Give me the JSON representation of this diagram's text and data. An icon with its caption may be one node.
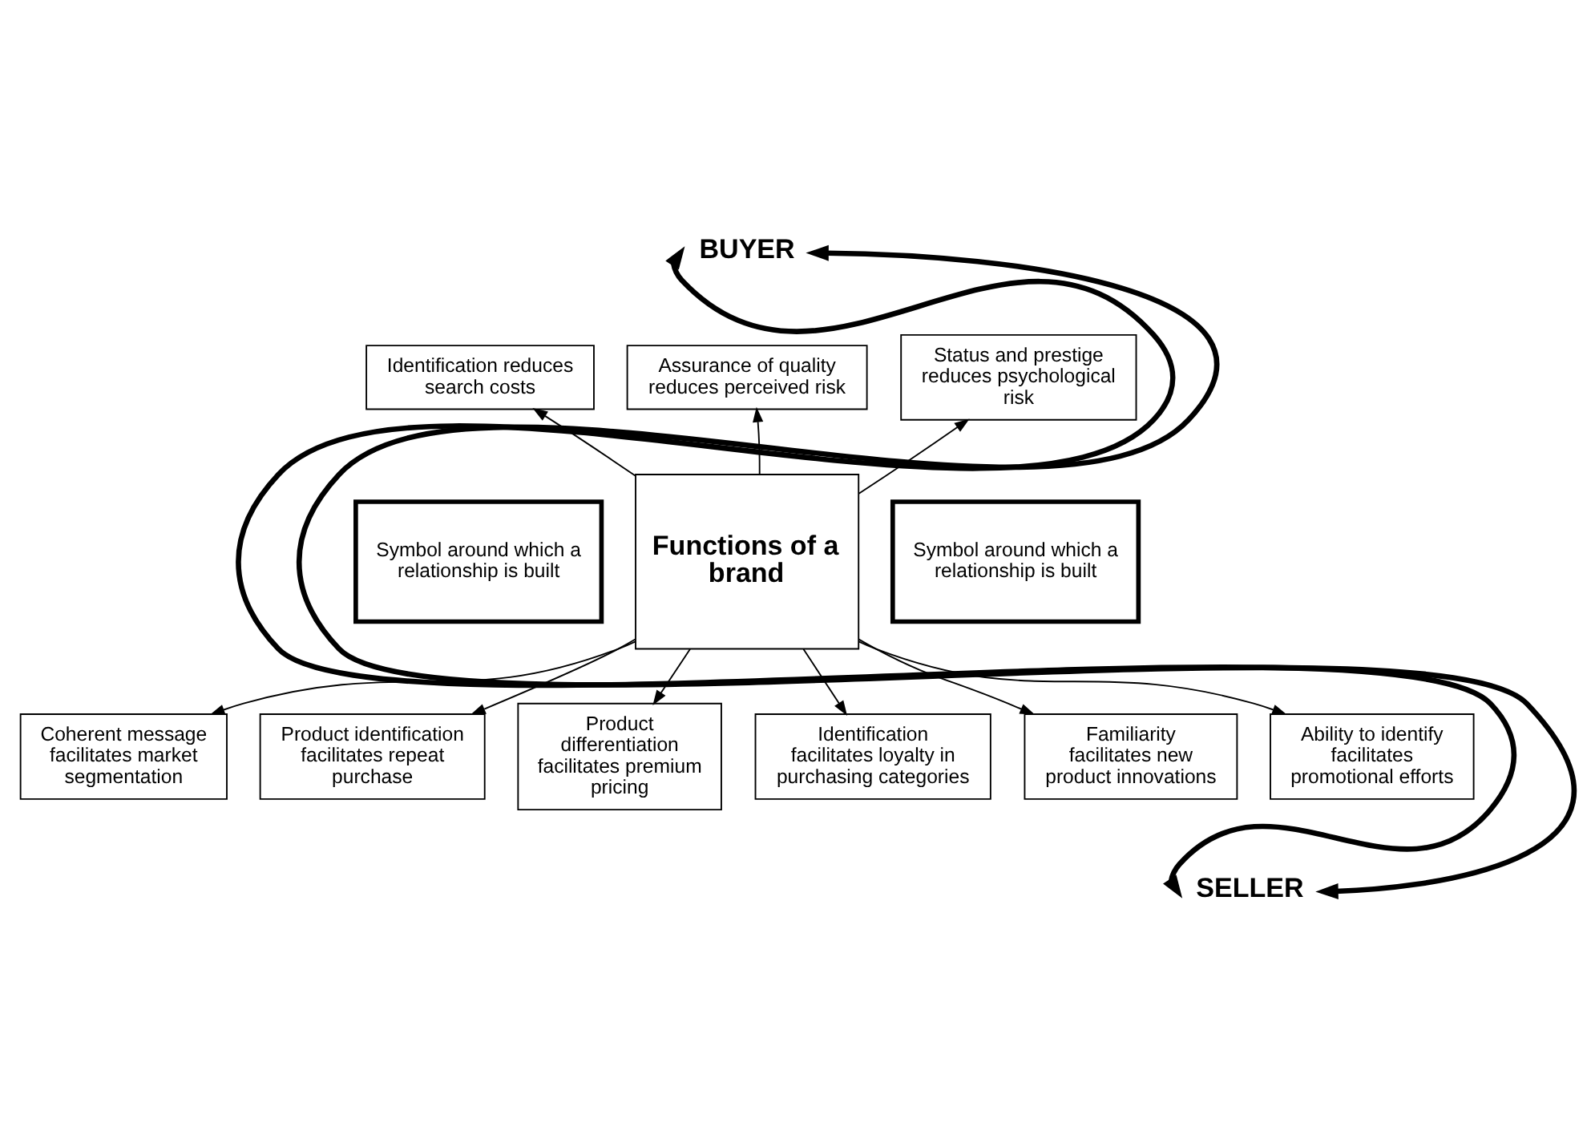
{
  "diagram": {
    "nodes": [
      {
        "text": [
          "BUYER"
        ]
      },
      {
        "text": [
          "Identification reduces search costs"
        ]
      },
      {
        "text": [
          "Assurance of quality reduces perceived risk"
        ]
      },
      {
        "text": [
          "Status and prestige reduces psychological risk"
        ]
      },
      {
        "text": [
          "Symbol around which a relationship is built"
        ]
      },
      {
        "text": [
          "Functions of a brand"
        ]
      },
      {
        "text": [
          "Symbol around which a relationship is built"
        ]
      },
      {
        "text": [
          "Coherent message facilitates market segmentation"
        ]
      },
      {
        "text": [
          "Product identification facilitates repeat purchase"
        ]
      },
      {
        "text": [
          "Product differentiation facilitates premium pricing"
        ]
      },
      {
        "text": [
          "Identification facilitates loyalty in purchasing categories"
        ]
      },
      {
        "text": [
          "Familiarity facilitates new product innovations"
        ]
      },
      {
        "text": [
          "Ability to identify facilitates promotional efforts"
        ]
      },
      {
        "text": [
          "SELLER"
        ]
      }
    ],
    "edges": [
      {
        "from": 0,
        "to": 13,
        "arrow": "both",
        "style": "thick"
      },
      {
        "from": 5,
        "to": 1,
        "arrow": "to"
      },
      {
        "from": 5,
        "to": 2,
        "arrow": "to"
      },
      {
        "from": 5,
        "to": 3,
        "arrow": "to"
      },
      {
        "from": 5,
        "to": 7,
        "arrow": "to"
      },
      {
        "from": 5,
        "to": 8,
        "arrow": "to"
      },
      {
        "from": 5,
        "to": 11,
        "arrow": "to"
      },
      {
        "from": 5,
        "to": 9,
        "arrow": "to"
      },
      {
        "from": 5,
        "to": 12,
        "arrow": "to"
      },
      {
        "from": 5,
        "to": 10,
        "arrow": "to"
      },
      {
        "from": 0,
        "to": 13,
        "arrow": "both",
        "style": "thick"
      }
    ]
  }
}
